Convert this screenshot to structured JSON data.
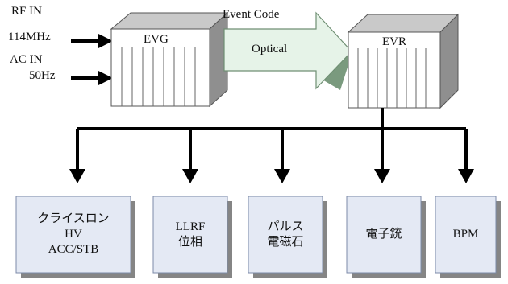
{
  "inputs": {
    "rf_label": "RF IN",
    "rf_freq": "114MHz",
    "ac_label": "AC IN",
    "ac_freq": "50Hz"
  },
  "evg": {
    "label": "EVG"
  },
  "evr": {
    "label": "EVR"
  },
  "link": {
    "title": "Event Code",
    "label": "Optical"
  },
  "devices": [
    {
      "lines": [
        "クライスロン",
        "HV",
        "ACC/STB"
      ]
    },
    {
      "lines": [
        "LLRF",
        "位相"
      ]
    },
    {
      "lines": [
        "パルス",
        "電磁石"
      ]
    },
    {
      "lines": [
        "電子銃"
      ]
    },
    {
      "lines": [
        "BPM"
      ]
    }
  ],
  "colors": {
    "box_fill": "#e4e9f4",
    "box_shadow": "#858585",
    "arrow_fill": "#e6f3e8",
    "arrow_shade": "#7a9a7e",
    "rack_front": "#ffffff",
    "rack_top": "#c9c9c9",
    "rack_side": "#8f8f8f"
  }
}
